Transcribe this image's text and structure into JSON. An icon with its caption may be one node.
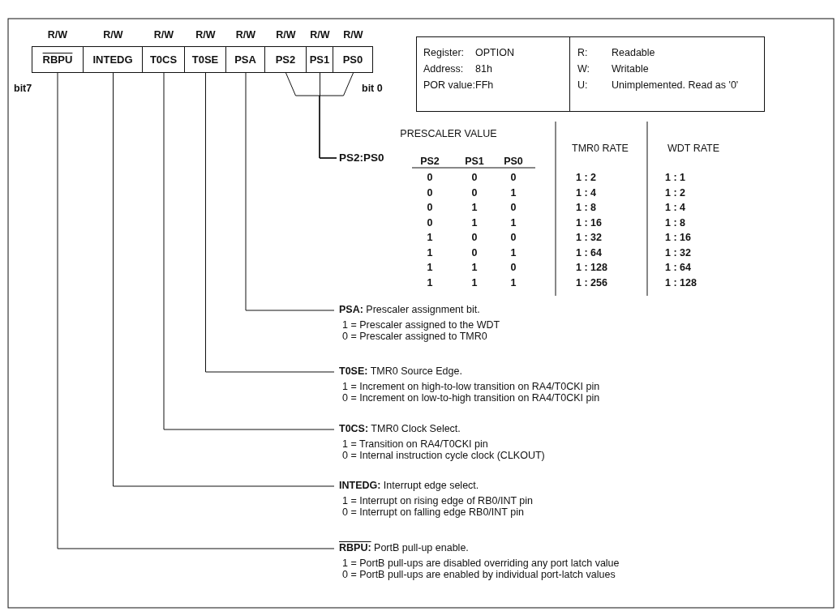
{
  "diagram": {
    "nodes": [
      {
        "text": [
          "RBPU"
        ],
        "beside": [
          "R/W"
        ]
      },
      {
        "text": [
          "INTEDG"
        ],
        "beside": [
          "R/W"
        ]
      },
      {
        "text": [
          "T0CS"
        ],
        "beside": [
          "R/W"
        ]
      },
      {
        "text": [
          "T0SE"
        ],
        "beside": [
          "R/W"
        ]
      },
      {
        "text": [
          "PSA"
        ],
        "beside": [
          "R/W"
        ]
      },
      {
        "text": [
          "PS2"
        ],
        "beside": [
          "R/W"
        ]
      },
      {
        "text": [
          "PS1"
        ],
        "beside": [
          "R/W"
        ]
      },
      {
        "text": [
          "PS0"
        ],
        "beside": [
          "R/W"
        ]
      },
      {
        "text": [
          "Register:",
          "OPTION",
          "Address:",
          "81h",
          "POR value:",
          "FFh"
        ]
      },
      {
        "text": [
          "R:",
          "Readable",
          "W:",
          "Writable",
          "U:",
          "Unimplemented. Read as '0'"
        ]
      },
      {
        "text": [
          "PS2:PS0"
        ]
      },
      {
        "text": [
          "**PSA:** Prescaler assignment bit.",
          "1 = Prescaler assigned to the WDT",
          "0 = Prescaler assigned to TMR0"
        ]
      },
      {
        "text": [
          "**T0SE:** TMR0 Source Edge.",
          "1 = Increment on high-to-low transition on RA4/T0CKI pin",
          "0 = Increment on low-to-high transition on RA4/T0CKI pin"
        ]
      },
      {
        "text": [
          "**T0CS:** TMR0 Clock Select.",
          "1 = Transition on RA4/T0CKI pin",
          "0 = Internal instruction cycle clock (CLKOUT)"
        ]
      },
      {
        "text": [
          "**INTEDG:** Interrupt edge select.",
          "1 = Interrupt on rising edge of RB0/INT pin",
          "0 = Interrupt on falling edge RB0/INT pin"
        ]
      },
      {
        "text": [
          "**RBPU:** PortB pull-up enable.",
          "1 = PortB pull-ups are disabled overriding any port latch value",
          "0 = PortB pull-ups are enabled by individual port-latch values"
        ]
      }
    ],
    "edges": [
      {
        "from": 10,
        "to": 5,
        "arrow": "none"
      },
      {
        "from": 10,
        "to": 6,
        "arrow": "none"
      },
      {
        "from": 10,
        "to": 7,
        "arrow": "none"
      },
      {
        "from": 11,
        "to": 4,
        "arrow": "none"
      },
      {
        "from": 12,
        "to": 3,
        "arrow": "none"
      },
      {
        "from": 13,
        "to": 2,
        "arrow": "none"
      },
      {
        "from": 14,
        "to": 1,
        "arrow": "none"
      },
      {
        "from": 15,
        "to": 0,
        "arrow": "none"
      }
    ],
    "labels": [
      "bit7",
      "bit 0",
      "PRESCALER VALUE",
      "TMR0 RATE",
      "WDT RATE",
      "PS2",
      "PS1",
      "PS0",
      "0",
      "0",
      "0",
      "1 : 2",
      "1 : 1",
      "0",
      "0",
      "1",
      "1 : 4",
      "1 : 2",
      "0",
      "1",
      "0",
      "1 : 8",
      "1 : 4",
      "0",
      "1",
      "1",
      "1 : 16",
      "1 : 8",
      "1",
      "0",
      "0",
      "1 : 32",
      "1 : 16",
      "1",
      "0",
      "1",
      "1 : 64",
      "1 : 32",
      "1",
      "1",
      "0",
      "1 : 128",
      "1 : 64",
      "1",
      "1",
      "1",
      "1 : 256",
      "1 : 128"
    ]
  }
}
